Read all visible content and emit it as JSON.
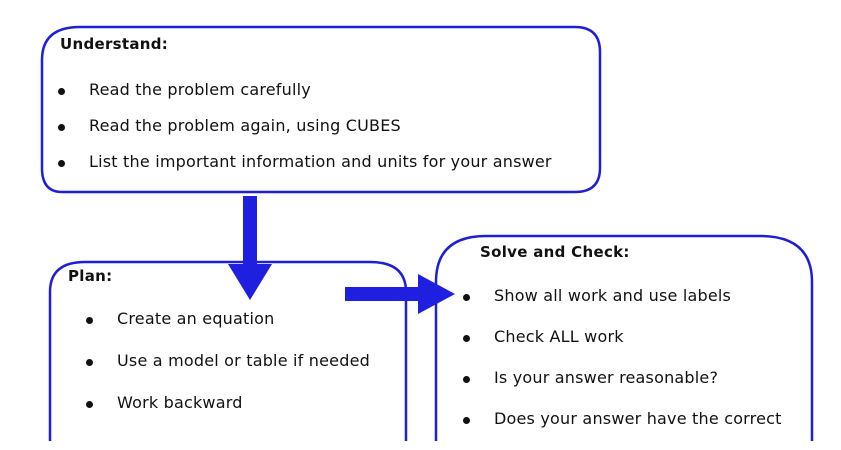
{
  "colors": {
    "frame": "#1f1fd6",
    "arrow": "#1f1fe0",
    "text": "#111111",
    "background": "#ffffff"
  },
  "understand": {
    "title": "Understand:",
    "items": [
      "Read the problem carefully",
      "Read the problem again, using CUBES",
      "List the important information and units for your answer"
    ]
  },
  "plan": {
    "title": "Plan:",
    "items": [
      "Create an equation",
      "Use a model or table if needed",
      "Work backward"
    ]
  },
  "solve_check": {
    "title": "Solve and Check:",
    "items": [
      "Show all work and use labels",
      "Check ALL work",
      "Is your answer reasonable?",
      "Does your answer have the correct"
    ]
  },
  "arrows": [
    {
      "from": "understand",
      "to": "plan",
      "direction": "down"
    },
    {
      "from": "plan",
      "to": "solve_check",
      "direction": "right"
    }
  ]
}
